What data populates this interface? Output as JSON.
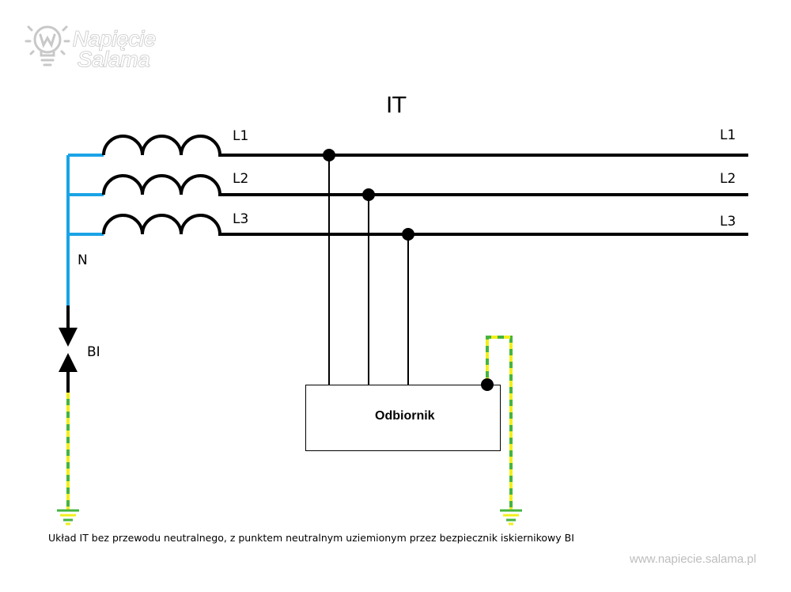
{
  "logo": {
    "line1": "Napięcie",
    "line2": "Salama",
    "icon": "lightbulb-w-icon"
  },
  "title": "IT",
  "phases_left": [
    "L1",
    "L2",
    "L3"
  ],
  "phases_right": [
    "L1",
    "L2",
    "L3"
  ],
  "neutral_label": "N",
  "spark_gap_label": "BI",
  "load_label": "Odbiornik",
  "caption": "Układ IT bez przewodu neutralnego, z punktem neutralnym uziemionym przez bezpiecznik iskiernikowy BI",
  "footer_url": "www.napiecie.salama.pl",
  "colors": {
    "neutral": "#1aa3e6",
    "pe_green": "#45b43f",
    "pe_yellow": "#f2ef1a",
    "line": "#000000",
    "watermark": "#c8c8c8"
  }
}
